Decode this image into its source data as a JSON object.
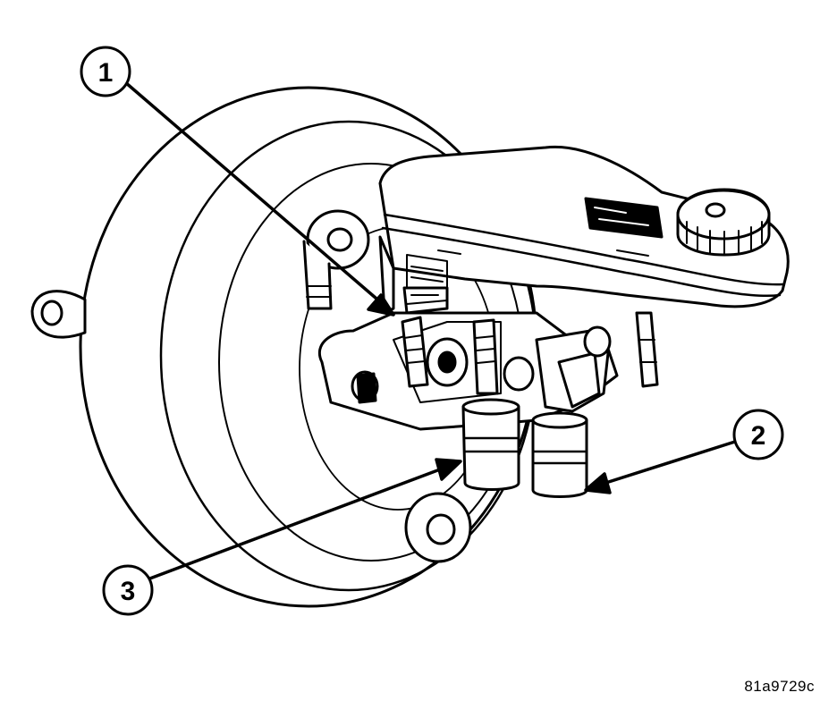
{
  "callouts": [
    {
      "number": "1"
    },
    {
      "number": "2"
    },
    {
      "number": "3"
    }
  ],
  "figure_code": "81a9729c",
  "colors": {
    "line": "#000000",
    "fill": "#ffffff"
  }
}
